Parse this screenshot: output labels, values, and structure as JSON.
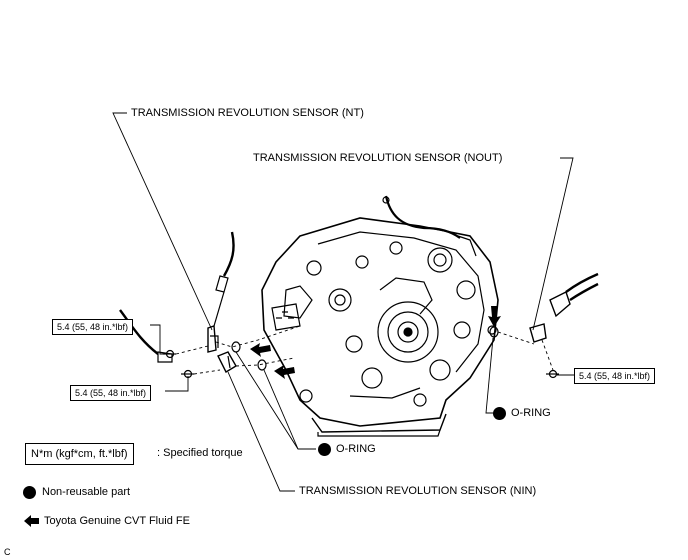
{
  "callouts": {
    "sensor_nt": "TRANSMISSION REVOLUTION SENSOR (NT)",
    "sensor_nout": "TRANSMISSION REVOLUTION SENSOR (NOUT)",
    "sensor_nin": "TRANSMISSION REVOLUTION SENSOR (NIN)",
    "o_ring_right": "O-RING",
    "o_ring_center": "O-RING"
  },
  "torques": {
    "nt_upper": "5.4 (55, 48 in.*lbf)",
    "nin_lower": "5.4 (55, 48 in.*lbf)",
    "nout_right": "5.4 (55, 48 in.*lbf)"
  },
  "legend": {
    "torque_unit": "N*m (kgf*cm, ft.*lbf)",
    "torque_text": ": Specified torque",
    "non_reusable": "Non-reusable part",
    "fluid": "Toyota Genuine CVT Fluid FE"
  },
  "figure_code": "C",
  "icons": {
    "non_reusable": "filled-circle-icon",
    "fluid": "left-arrow-icon"
  }
}
